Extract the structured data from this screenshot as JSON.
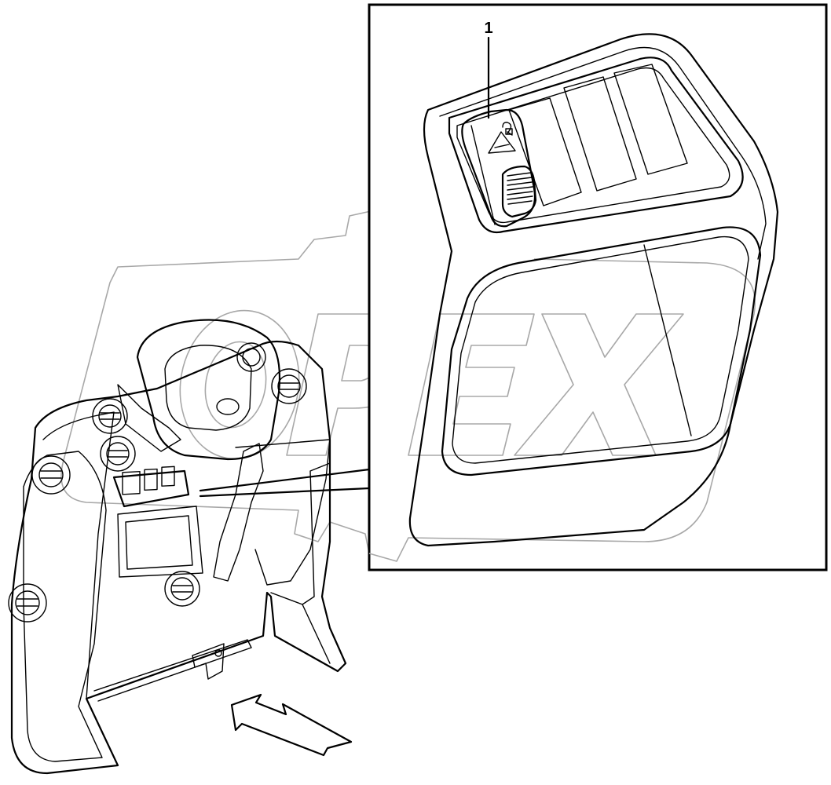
{
  "diagram": {
    "callouts": [
      {
        "id": "1",
        "label": "1"
      }
    ],
    "watermark": {
      "text": "OPEX"
    },
    "colors": {
      "line": "#000000",
      "watermark": "#a8a8a8",
      "background": "#ffffff"
    }
  }
}
